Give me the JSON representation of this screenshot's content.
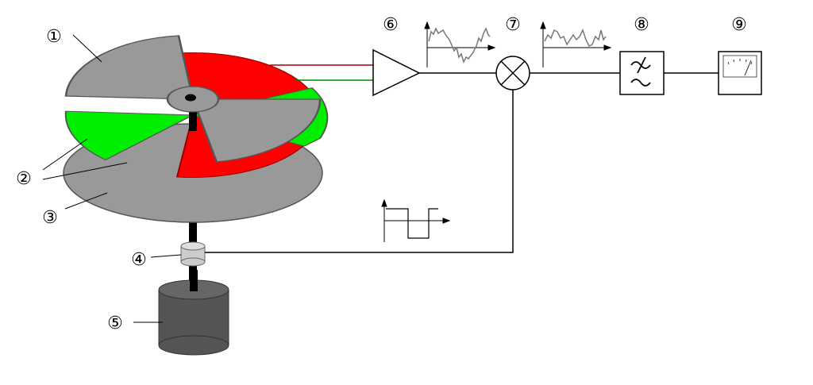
{
  "labels": {
    "chopper_blade": "①",
    "reference_sectors": "②",
    "base_disk": "③",
    "sync_sensor": "④",
    "motor": "⑤",
    "amplifier": "⑥",
    "mixer": "⑦",
    "lowpass_filter": "⑧",
    "meter": "⑨"
  },
  "colors": {
    "red": "#ff0000",
    "green": "#00ee00",
    "gray": "#999999",
    "dark_gray": "#555555",
    "wire_red": "#aa0000",
    "wire_green": "#008800"
  }
}
